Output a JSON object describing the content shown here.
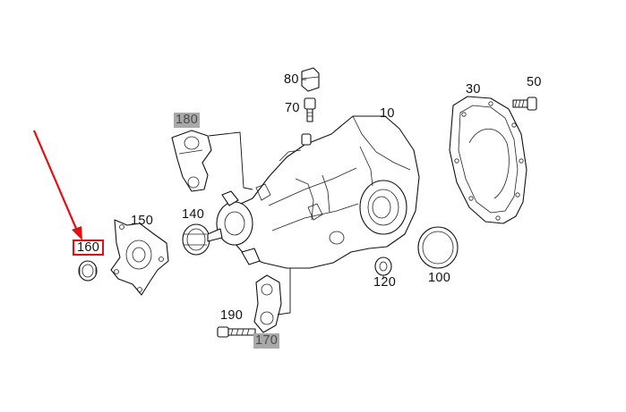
{
  "diagram": {
    "callouts": [
      {
        "id": "p10",
        "label": "10"
      },
      {
        "id": "p30",
        "label": "30"
      },
      {
        "id": "p50",
        "label": "50"
      },
      {
        "id": "p70",
        "label": "70"
      },
      {
        "id": "p80",
        "label": "80"
      },
      {
        "id": "p100",
        "label": "100"
      },
      {
        "id": "p120",
        "label": "120"
      },
      {
        "id": "p140",
        "label": "140"
      },
      {
        "id": "p150",
        "label": "150"
      },
      {
        "id": "p160",
        "label": "160"
      },
      {
        "id": "p170",
        "label": "170"
      },
      {
        "id": "p180",
        "label": "180"
      },
      {
        "id": "p190",
        "label": "190"
      }
    ],
    "highlighted": "160",
    "shaded_labels": [
      "170",
      "180"
    ],
    "colors": {
      "highlight": "#e01010",
      "shade": "#a9a9a9",
      "line": "#111111"
    }
  }
}
